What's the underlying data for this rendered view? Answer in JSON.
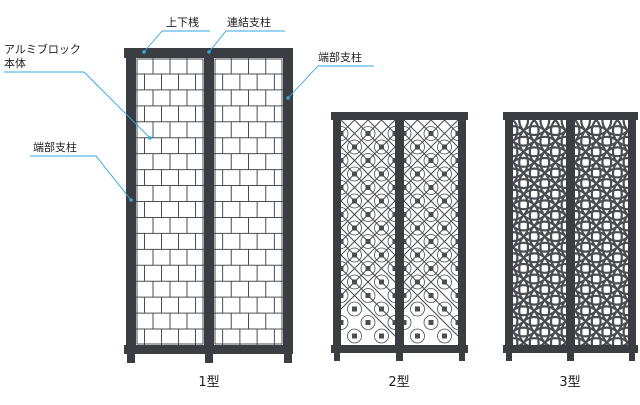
{
  "labels": {
    "top_bottom_rail": "上下桟",
    "connecting_post": "連結支柱",
    "end_post_right": "端部支柱",
    "aluminum_block_line1": "アルミブロック",
    "aluminum_block_line2": "本体",
    "end_post_left": "端部支柱"
  },
  "captions": {
    "type1": "1型",
    "type2": "2型",
    "type3": "3型"
  },
  "colors": {
    "frame": "#3a3d42",
    "leader": "#33a7dc"
  }
}
